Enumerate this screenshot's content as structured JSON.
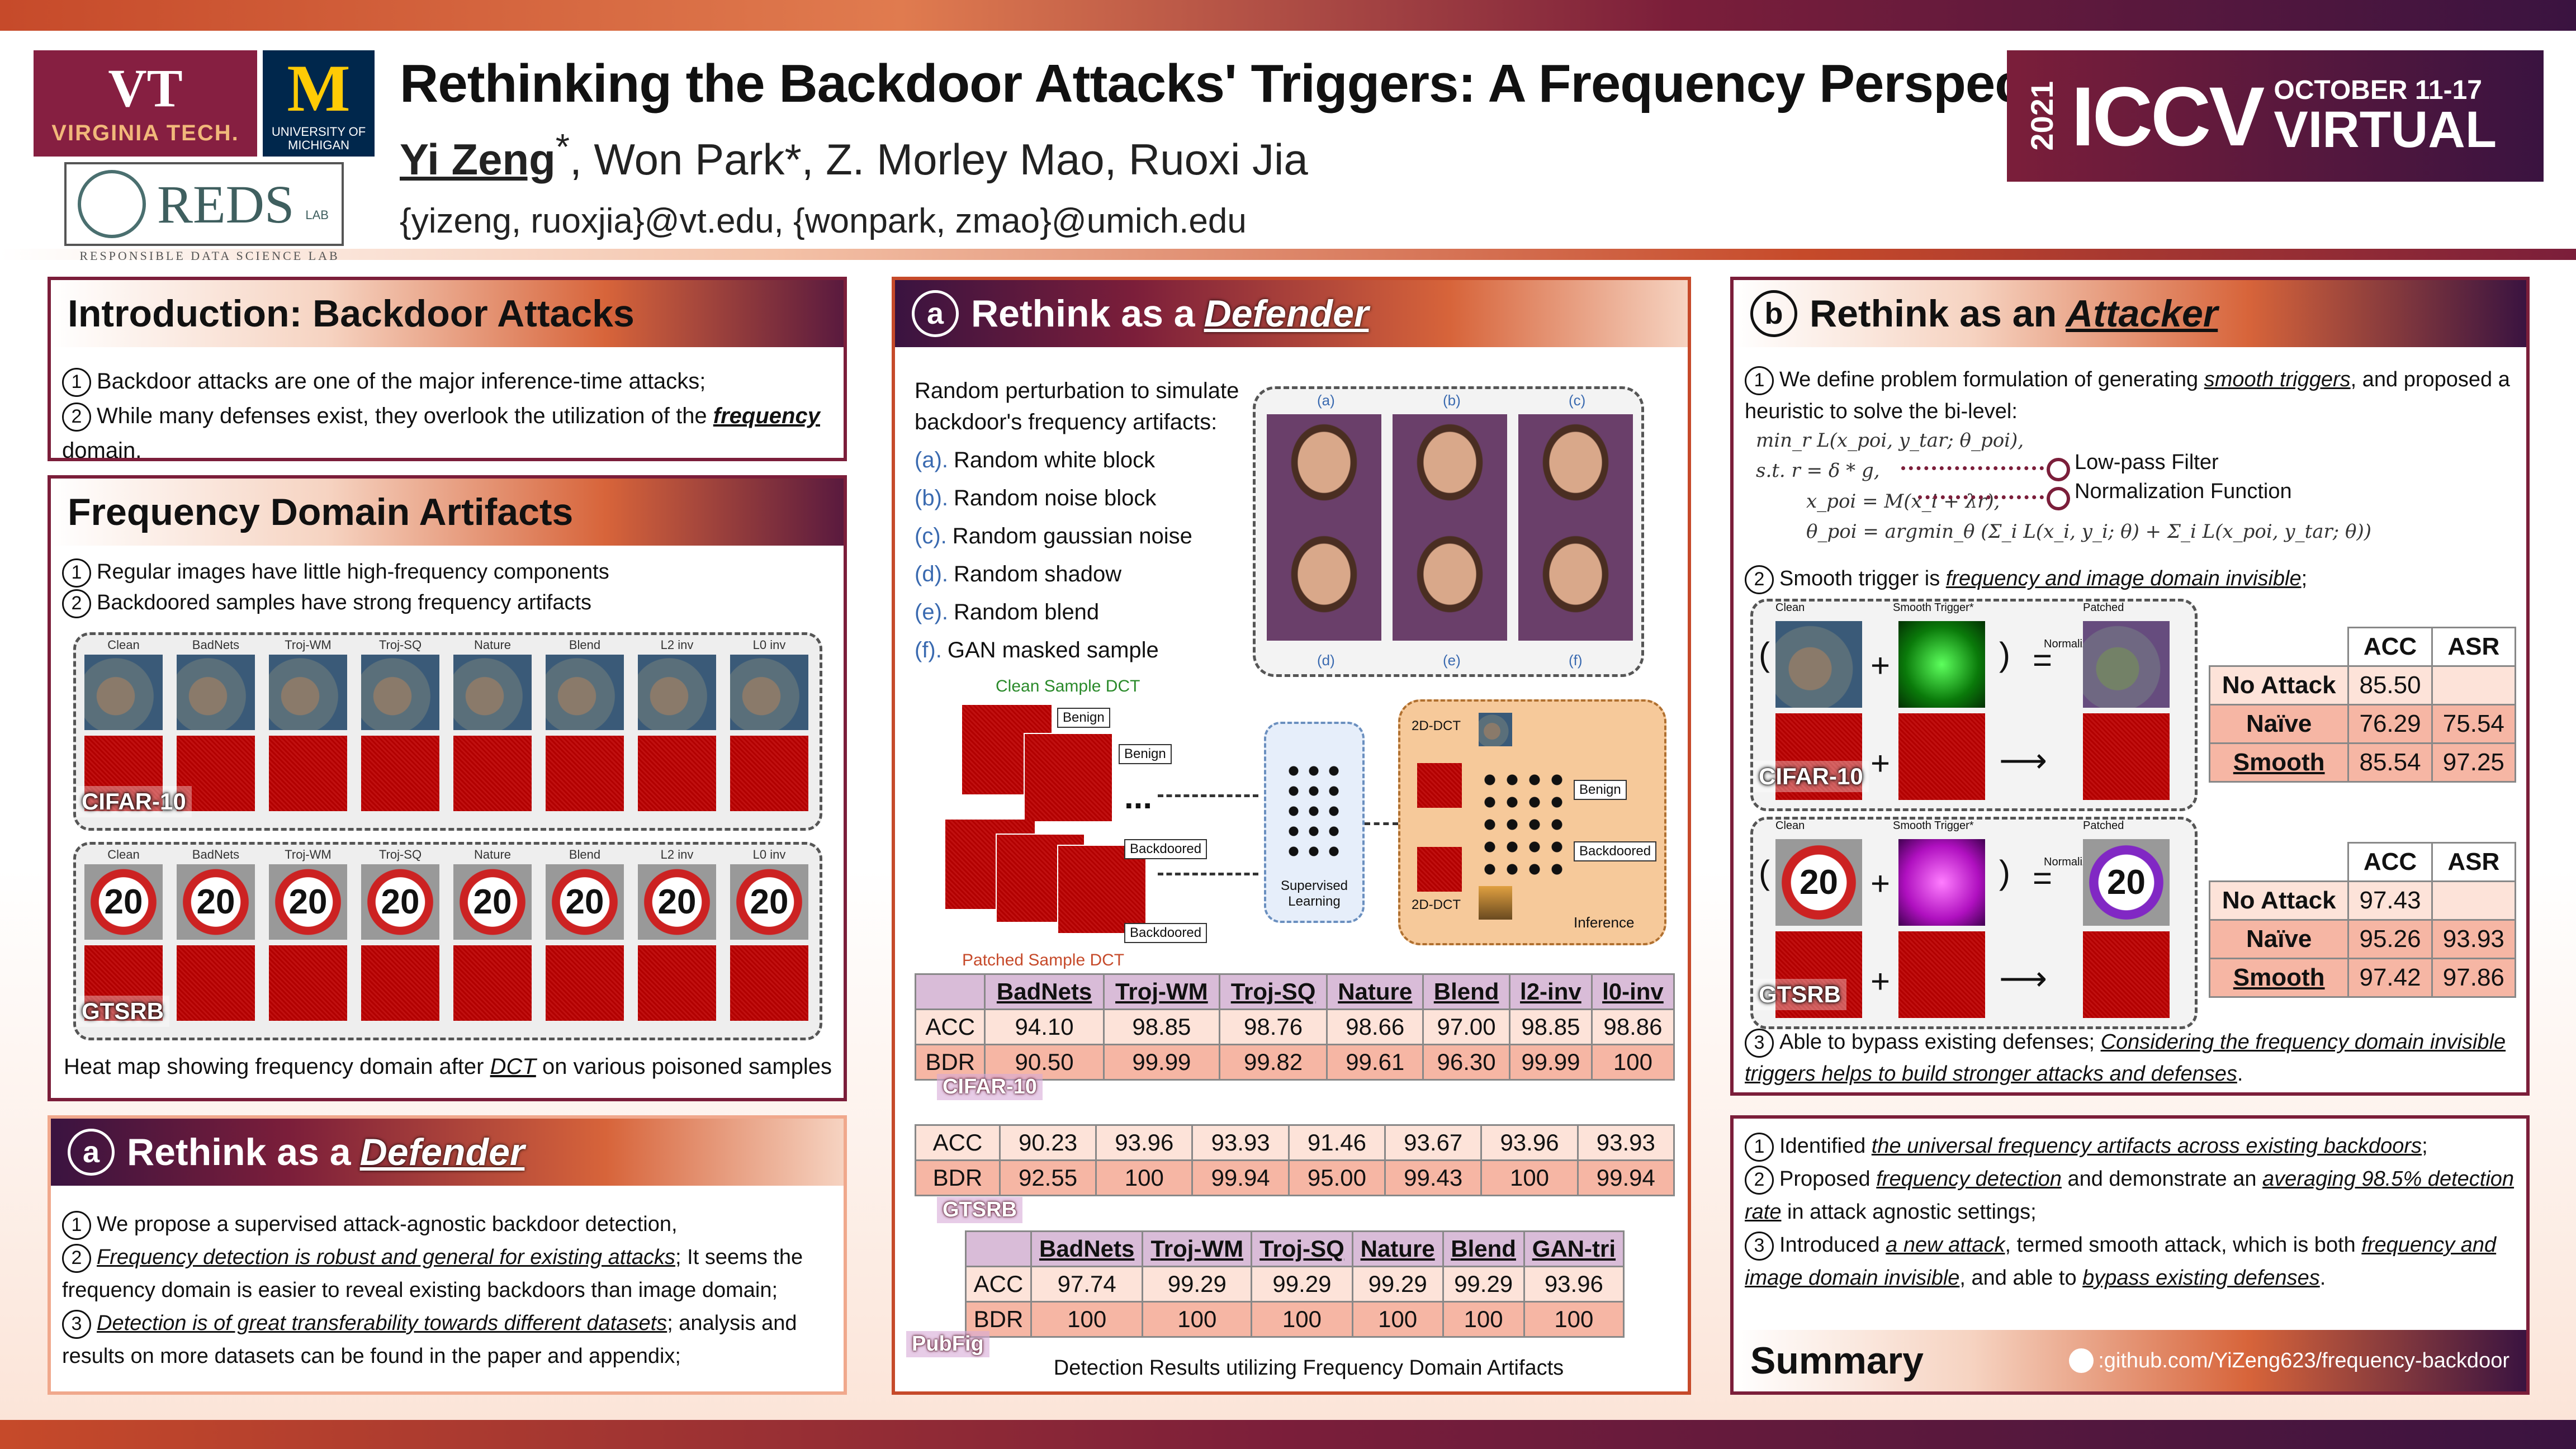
{
  "header": {
    "title": "Rethinking the Backdoor Attacks' Triggers: A Frequency Perspective",
    "author_first": "Yi Zeng",
    "author_first_mark": "*",
    "authors_rest": ", Won Park*, Z. Morley Mao, Ruoxi Jia",
    "emails": "{yizeng, ruoxjia}@vt.edu, {wonpark, zmao}@umich.edu",
    "logos": {
      "vt_text": "VIRGINIA TECH.",
      "um_mark": "M",
      "um_text": "UNIVERSITY OF MICHIGAN",
      "reds_name": "REDS",
      "reds_lab": "LAB",
      "reds_sub": "RESPONSIBLE DATA SCIENCE LAB"
    },
    "iccv": {
      "year": "2021",
      "name": "ICCV",
      "dates": "OCTOBER 11-17",
      "mode": "VIRTUAL"
    }
  },
  "intro": {
    "title": "Introduction: Backdoor Attacks",
    "b1": "Backdoor attacks are one of the major inference-time attacks;",
    "b2_pre": "While many defenses exist, they overlook the utilization of the ",
    "b2_em": "frequency",
    "b2_post": " domain."
  },
  "artifacts": {
    "title": "Frequency Domain Artifacts",
    "b1": "Regular images have little high-frequency components",
    "b2": "Backdoored samples have strong frequency artifacts",
    "columns": [
      "Clean",
      "BadNets",
      "Troj-WM",
      "Troj-SQ",
      "Nature",
      "Blend",
      "L2 inv",
      "L0 inv"
    ],
    "cifar_label": "CIFAR-10",
    "gtsrb_label": "GTSRB",
    "sign_text": "20",
    "caption_pre": "Heat map showing frequency domain after ",
    "caption_em": "DCT",
    "caption_post": " on various poisoned samples"
  },
  "defender_left": {
    "circle": "a",
    "title_pre": "Rethink as a ",
    "title_em": "Defender",
    "b1": "We propose a supervised attack-agnostic backdoor detection,",
    "b2_em": "Frequency detection is robust and general for existing attacks",
    "b2_post": "; It seems the frequency domain is easier to reveal existing backdoors than image domain;",
    "b3_em": "Detection is of great transferability towards different datasets",
    "b3_post": "; analysis and results on more datasets can be found in the paper and appendix;"
  },
  "defender_mid": {
    "circle": "a",
    "title_pre": "Rethink as a ",
    "title_em": "Defender",
    "intro": "Random perturbation to simulate backdoor's frequency artifacts:",
    "items": [
      {
        "k": "(a).",
        "v": "Random white block"
      },
      {
        "k": "(b).",
        "v": "Random noise block"
      },
      {
        "k": "(c).",
        "v": "Random gaussian noise"
      },
      {
        "k": "(d).",
        "v": "Random shadow"
      },
      {
        "k": "(e).",
        "v": "Random blend"
      },
      {
        "k": "(f).",
        "v": "GAN masked sample"
      }
    ],
    "face_labels": [
      "(a)",
      "(b)",
      "(c)",
      "(d)",
      "(e)",
      "(f)"
    ],
    "diagram": {
      "clean_dct": "Clean Sample DCT",
      "patched_dct": "Patched Sample DCT",
      "benign": "Benign",
      "backdoored": "Backdoored",
      "ellipsis": "...",
      "supervised": "Supervised Learning",
      "dct2d": "2D-DCT",
      "inference": "Inference"
    },
    "tables": [
      {
        "label": "CIFAR-10",
        "headers": [
          "BadNets",
          "Troj-WM",
          "Troj-SQ",
          "Nature",
          "Blend",
          "l2-inv",
          "l0-inv"
        ],
        "rows": [
          {
            "name": "ACC",
            "values": [
              "94.10",
              "98.85",
              "98.76",
              "98.66",
              "97.00",
              "98.85",
              "98.86"
            ]
          },
          {
            "name": "BDR",
            "values": [
              "90.50",
              "99.99",
              "99.82",
              "99.61",
              "96.30",
              "99.99",
              "100"
            ]
          }
        ]
      },
      {
        "label": "GTSRB",
        "rows": [
          {
            "name": "ACC",
            "values": [
              "90.23",
              "93.96",
              "93.93",
              "91.46",
              "93.67",
              "93.96",
              "93.93"
            ]
          },
          {
            "name": "BDR",
            "values": [
              "92.55",
              "100",
              "99.94",
              "95.00",
              "99.43",
              "100",
              "99.94"
            ]
          }
        ]
      },
      {
        "label": "PubFig",
        "headers": [
          "BadNets",
          "Troj-WM",
          "Troj-SQ",
          "Nature",
          "Blend",
          "GAN-tri"
        ],
        "rows": [
          {
            "name": "ACC",
            "values": [
              "97.74",
              "99.29",
              "99.29",
              "99.29",
              "99.29",
              "93.96"
            ]
          },
          {
            "name": "BDR",
            "values": [
              "100",
              "100",
              "100",
              "100",
              "100",
              "100"
            ]
          }
        ]
      }
    ],
    "caption": "Detection Results utilizing Frequency Domain Artifacts"
  },
  "attacker": {
    "circle": "b",
    "title_pre": "Rethink as an ",
    "title_em": "Attacker",
    "b1_pre": "We define problem formulation of generating ",
    "b1_em": "smooth triggers",
    "b1_post": ", and proposed a heuristic to solve the bi-level:",
    "eq1": "min_r L(x_poi, y_tar; θ_poi),",
    "eq2": "s.t.  r = δ * g,",
    "eq3": "x_poi = M(x_i + λr),",
    "eq4": "θ_poi = argmin_θ (Σ_i L(x_i, y_i; θ) + Σ_i L(x_poi, y_tar; θ))",
    "legend1": "Low-pass Filter",
    "legend2": "Normalization Function",
    "b2_pre": "Smooth trigger is ",
    "b2_em": "frequency and image domain invisible",
    "b2_post": ";",
    "img_caps": [
      "Clean",
      "Smooth Trigger*",
      "Normalization",
      "Patched"
    ],
    "ops": {
      "open": "(",
      "plus": "+",
      "close": ")",
      "eq": "=",
      "arrow": "⟶"
    },
    "cifar_label": "CIFAR-10",
    "gtsrb_label": "GTSRB",
    "sign_text": "20",
    "table_headers": [
      "ACC",
      "ASR"
    ],
    "cifar_table": [
      {
        "name": "No Attack",
        "acc": "85.50",
        "asr": ""
      },
      {
        "name": "Naïve",
        "acc": "76.29",
        "asr": "75.54"
      },
      {
        "name": "Smooth",
        "acc": "85.54",
        "asr": "97.25"
      }
    ],
    "gtsrb_table": [
      {
        "name": "No Attack",
        "acc": "97.43",
        "asr": ""
      },
      {
        "name": "Naïve",
        "acc": "95.26",
        "asr": "93.93"
      },
      {
        "name": "Smooth",
        "acc": "97.42",
        "asr": "97.86"
      }
    ],
    "b3_pre": "Able to bypass existing defenses; ",
    "b3_em": "Considering the frequency domain invisible triggers helps to build stronger attacks and defenses",
    "b3_post": "."
  },
  "summary": {
    "title": "Summary",
    "b1_pre": "Identified ",
    "b1_em": "the universal frequency artifacts across existing backdoors",
    "b1_post": ";",
    "b2_pre": "Proposed ",
    "b2_em": "frequency detection",
    "b2_mid": " and demonstrate an ",
    "b2_em2": "averaging 98.5% detection rate",
    "b2_post": " in attack agnostic settings;",
    "b3_pre": "Introduced ",
    "b3_em": "a new attack",
    "b3_mid": ", termed smooth attack, which is both ",
    "b3_em2": "frequency and image domain invisible",
    "b3_mid2": ", and able to ",
    "b3_em3": "bypass existing defenses",
    "b3_post": ".",
    "github": ":github.com/YiZeng623/frequency-backdoor"
  },
  "colors": {
    "maroon": "#7b1e3a",
    "orange": "#c64a2a",
    "dark_purple": "#3a1340",
    "table_header": "#d9bcd8"
  }
}
